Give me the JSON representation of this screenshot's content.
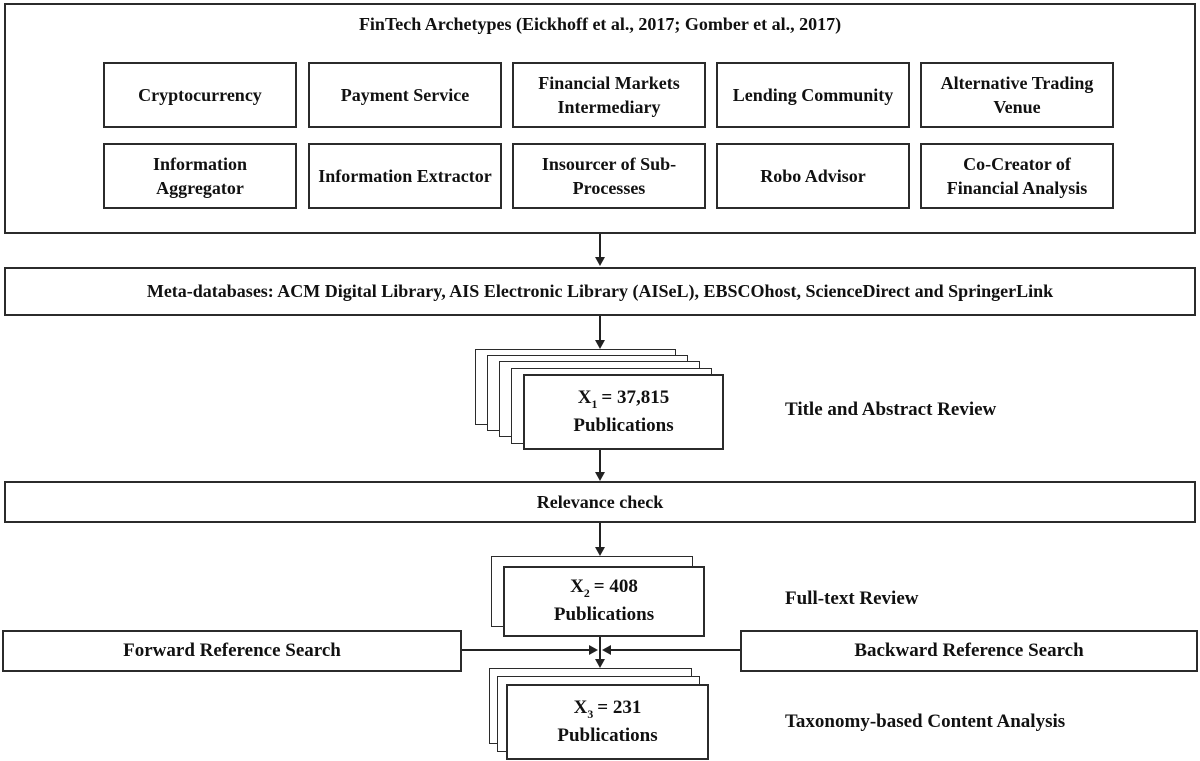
{
  "figure": {
    "archetypes": {
      "title": "FinTech Archetypes (Eickhoff et al., 2017; Gomber et al., 2017)",
      "row1": [
        "Cryptocurrency",
        "Payment Service",
        "Financial Markets Intermediary",
        "Lending Community",
        "Alternative Trading Venue"
      ],
      "row2": [
        "Information Aggregator",
        "Information Extractor",
        "Insourcer of Sub-Processes",
        "Robo Advisor",
        "Co-Creator of Financial Analysis"
      ]
    },
    "meta_databases_label": "Meta-databases: ACM Digital Library, AIS Electronic Library (AISeL), EBSCOhost, ScienceDirect and SpringerLink",
    "relevance_check_label": "Relevance check",
    "forward_search_label": "Forward Reference Search",
    "backward_search_label": "Backward Reference Search",
    "stages": [
      {
        "var": "X",
        "sub": "1",
        "eq": "= 37,815",
        "unit": "Publications",
        "side_label": "Title and Abstract Review",
        "stack_count": 5
      },
      {
        "var": "X",
        "sub": "2",
        "eq": "= 408",
        "unit": "Publications",
        "side_label": "Full-text Review",
        "stack_count": 2
      },
      {
        "var": "X",
        "sub": "3",
        "eq": "= 231",
        "unit": "Publications",
        "side_label": "Taxonomy-based Content Analysis",
        "stack_count": 3
      }
    ],
    "colors": {
      "ink": "#111111",
      "line": "#2b2b2b",
      "background": "#ffffff"
    }
  }
}
